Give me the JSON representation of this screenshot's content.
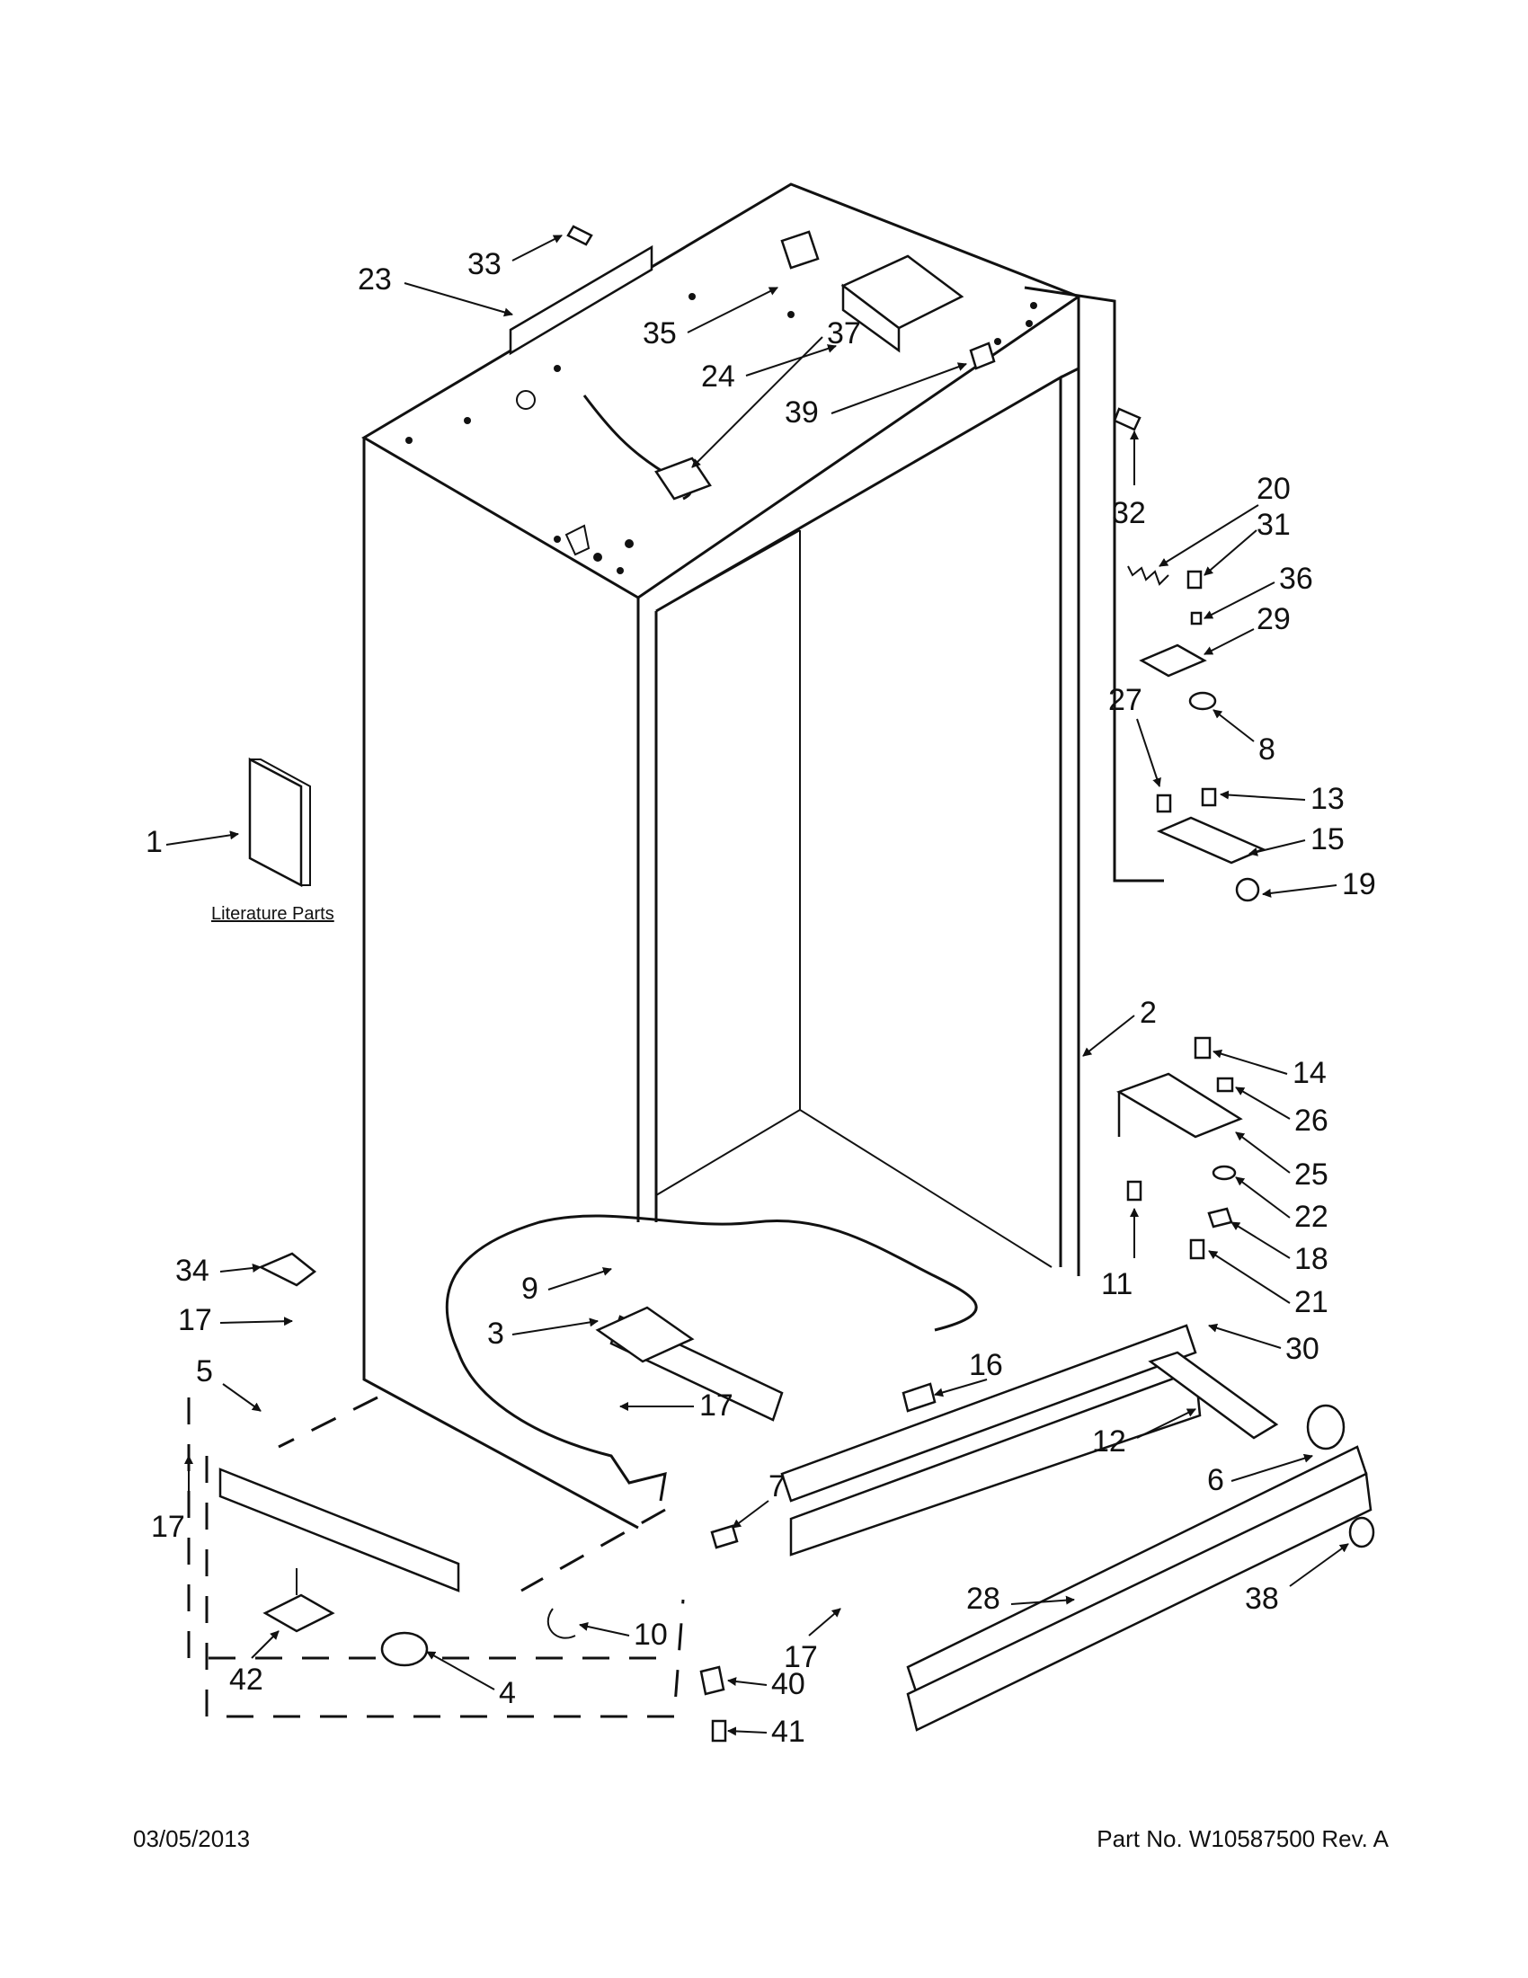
{
  "footer": {
    "date": "03/05/2013",
    "part_number": "Part No.  W10587500  Rev.  A"
  },
  "literature_caption": "Literature Parts",
  "callouts": [
    {
      "id": "c1",
      "label": "1"
    },
    {
      "id": "c2",
      "label": "2"
    },
    {
      "id": "c3",
      "label": "3"
    },
    {
      "id": "c4",
      "label": "4"
    },
    {
      "id": "c5",
      "label": "5"
    },
    {
      "id": "c6",
      "label": "6"
    },
    {
      "id": "c7",
      "label": "7"
    },
    {
      "id": "c8",
      "label": "8"
    },
    {
      "id": "c9",
      "label": "9"
    },
    {
      "id": "c10",
      "label": "10"
    },
    {
      "id": "c11",
      "label": "11"
    },
    {
      "id": "c12",
      "label": "12"
    },
    {
      "id": "c13",
      "label": "13"
    },
    {
      "id": "c14",
      "label": "14"
    },
    {
      "id": "c15",
      "label": "15"
    },
    {
      "id": "c16",
      "label": "16"
    },
    {
      "id": "c17a",
      "label": "17"
    },
    {
      "id": "c17b",
      "label": "17"
    },
    {
      "id": "c17c",
      "label": "17"
    },
    {
      "id": "c17d",
      "label": "17"
    },
    {
      "id": "c18",
      "label": "18"
    },
    {
      "id": "c19",
      "label": "19"
    },
    {
      "id": "c20",
      "label": "20"
    },
    {
      "id": "c21",
      "label": "21"
    },
    {
      "id": "c22",
      "label": "22"
    },
    {
      "id": "c23",
      "label": "23"
    },
    {
      "id": "c24",
      "label": "24"
    },
    {
      "id": "c25",
      "label": "25"
    },
    {
      "id": "c26",
      "label": "26"
    },
    {
      "id": "c27",
      "label": "27"
    },
    {
      "id": "c28",
      "label": "28"
    },
    {
      "id": "c29",
      "label": "29"
    },
    {
      "id": "c30",
      "label": "30"
    },
    {
      "id": "c31",
      "label": "31"
    },
    {
      "id": "c32",
      "label": "32"
    },
    {
      "id": "c33",
      "label": "33"
    },
    {
      "id": "c34",
      "label": "34"
    },
    {
      "id": "c35",
      "label": "35"
    },
    {
      "id": "c36",
      "label": "36"
    },
    {
      "id": "c37",
      "label": "37"
    },
    {
      "id": "c38",
      "label": "38"
    },
    {
      "id": "c39",
      "label": "39"
    },
    {
      "id": "c40",
      "label": "40"
    },
    {
      "id": "c41",
      "label": "41"
    },
    {
      "id": "c42",
      "label": "42"
    }
  ]
}
